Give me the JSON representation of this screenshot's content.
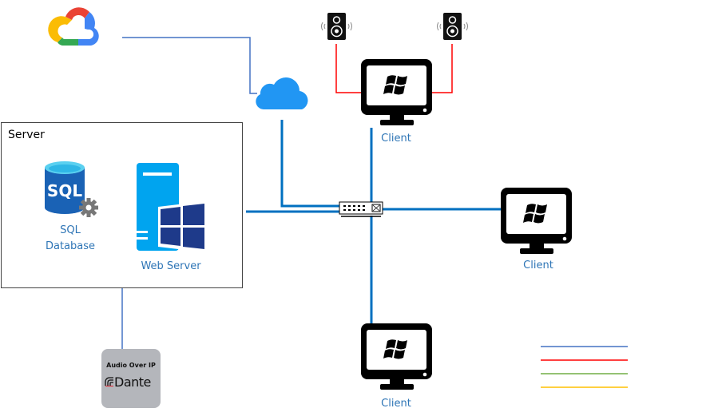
{
  "diagram": {
    "server_group": {
      "title": "Server",
      "components": [
        {
          "id": "sql",
          "label_line1": "SQL",
          "label_line2": "Database",
          "icon": "sql-database-icon"
        },
        {
          "id": "web",
          "label": "Web Server",
          "icon": "windows-server-icon"
        }
      ]
    },
    "audio_device": {
      "title": "Audio Over IP",
      "brand": "Dante",
      "icon": "dante-logo-icon"
    },
    "cloud_provider": {
      "icon": "google-cloud-icon"
    },
    "internet": {
      "icon": "cloud-icon"
    },
    "switch": {
      "icon": "network-switch-icon"
    },
    "clients": [
      {
        "label": "Client",
        "icon": "windows-monitor-icon",
        "has_speakers": true
      },
      {
        "label": "Client",
        "icon": "windows-monitor-icon",
        "has_speakers": false
      },
      {
        "label": "Client",
        "icon": "windows-monitor-icon",
        "has_speakers": false
      }
    ],
    "speakers": [
      {
        "icon": "speaker-icon"
      },
      {
        "icon": "speaker-icon"
      }
    ],
    "legend": {
      "entries": [
        {
          "color": "#4472c4",
          "label": ""
        },
        {
          "color": "#ff0000",
          "label": ""
        },
        {
          "color": "#70ad47",
          "label": ""
        },
        {
          "color": "#ffc000",
          "label": ""
        }
      ]
    },
    "colors": {
      "network_link": "#0070c0",
      "cloud_link": "#4472c4",
      "audio_link": "#ff0000",
      "label_text": "#2e75b6"
    }
  }
}
